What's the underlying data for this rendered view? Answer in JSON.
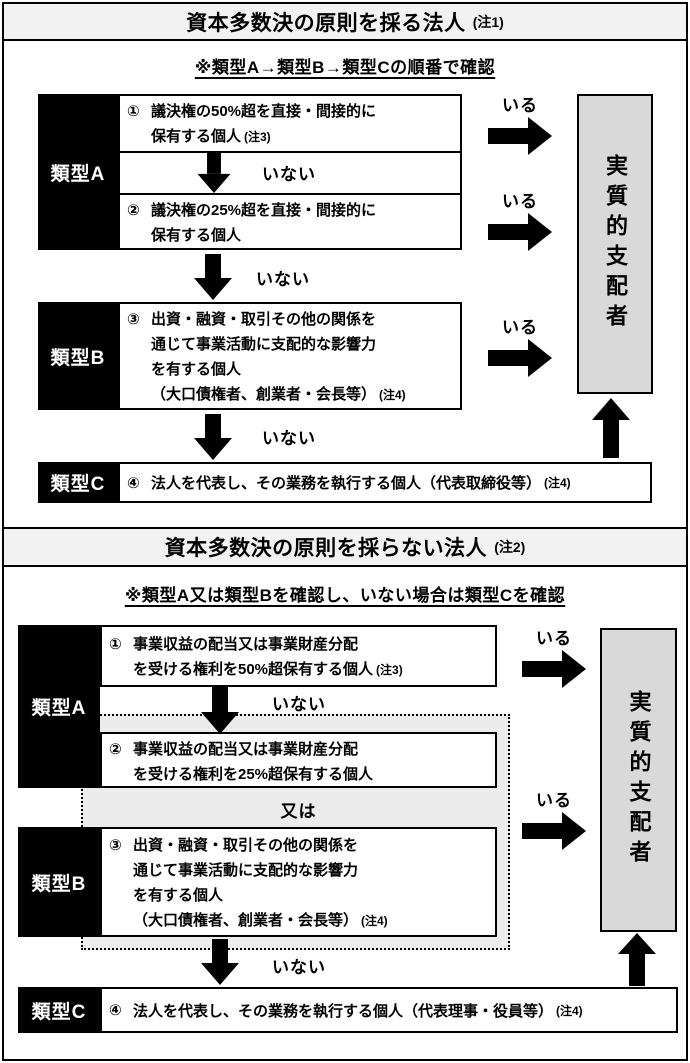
{
  "colors": {
    "header_bg": "#f2f2f2",
    "result_box_bg": "#d9d9d9",
    "or_region_bg": "#ececec",
    "type_label_bg": "#000000",
    "box_bg": "#ffffff"
  },
  "chart1": {
    "title": "資本多数決の原則を採る法人",
    "title_note": "(注1)",
    "subtitle": "※類型A→類型B→類型Cの順番で確認",
    "type_a_label": "類型A",
    "type_b_label": "類型B",
    "type_c_label": "類型C",
    "box1": {
      "num": "①",
      "text": "議決権の50%超を直接・間接的に\n保有する個人",
      "note": "(注3)"
    },
    "box2": {
      "num": "②",
      "text": "議決権の25%超を直接・間接的に\n保有する個人",
      "note": ""
    },
    "box3": {
      "num": "③",
      "text": "出資・融資・取引その他の関係を\n通じて事業活動に支配的な影響力\nを有する個人\n（大口債権者、創業者・会長等）",
      "note": "(注4)"
    },
    "box4": {
      "num": "④",
      "text": "法人を代表し、その業務を執行する個人（代表取締役等）",
      "note": "(注4)"
    },
    "yes_label": "いる",
    "no_label": "いない",
    "result": "実質的支配者"
  },
  "chart2": {
    "title": "資本多数決の原則を採らない法人",
    "title_note": "(注2)",
    "subtitle": "※類型A又は類型Bを確認し、いない場合は類型Cを確認",
    "type_a_label": "類型A",
    "type_b_label": "類型B",
    "type_c_label": "類型C",
    "box1": {
      "num": "①",
      "text": "事業収益の配当又は事業財産分配\nを受ける権利を50%超保有する個人",
      "note": "(注3)"
    },
    "box2": {
      "num": "②",
      "text": "事業収益の配当又は事業財産分配\nを受ける権利を25%超保有する個人",
      "note": ""
    },
    "or_label": "又は",
    "box3": {
      "num": "③",
      "text": "出資・融資・取引その他の関係を\n通じて事業活動に支配的な影響力\nを有する個人\n（大口債権者、創業者・会長等）",
      "note": "(注4)"
    },
    "box4": {
      "num": "④",
      "text": "法人を代表し、その業務を執行する個人（代表理事・役員等）",
      "note": "(注4)"
    },
    "yes_label": "いる",
    "no_label": "いない",
    "result": "実質的支配者"
  }
}
